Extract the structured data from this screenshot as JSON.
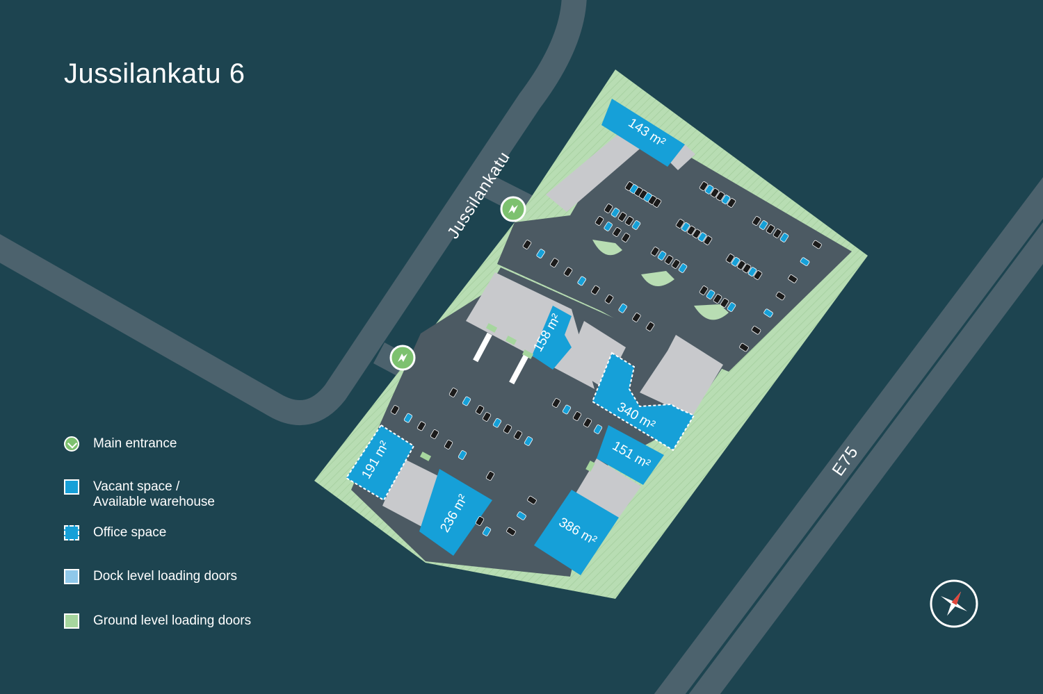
{
  "title": "Jussilankatu 6",
  "streets": {
    "side": "Jussilankatu",
    "highway": "E75"
  },
  "units": [
    {
      "label": "143 m²"
    },
    {
      "label": "158 m²"
    },
    {
      "label": "340 m²"
    },
    {
      "label": "151 m²"
    },
    {
      "label": "191 m²"
    },
    {
      "label": "236 m²"
    },
    {
      "label": "386 m²"
    }
  ],
  "legend": {
    "entrance": "Main entrance",
    "vacant_line1": "Vacant space /",
    "vacant_line2": "Available warehouse",
    "office": "Office space",
    "dock": "Dock level loading doors",
    "ground": "Ground level loading doors"
  },
  "icons": {
    "entrance": "entrance-icon",
    "compass": "compass-icon"
  },
  "colors": {
    "background": "#1d4450",
    "road": "#4c626d",
    "lot": "#4c5a63",
    "grass": "#b8ddb3",
    "building": "#c8c9cc",
    "vacant": "#16a0d8",
    "dock": "#8fc8ea",
    "ground": "#a6d69e",
    "entrance": "#7dc16f"
  }
}
